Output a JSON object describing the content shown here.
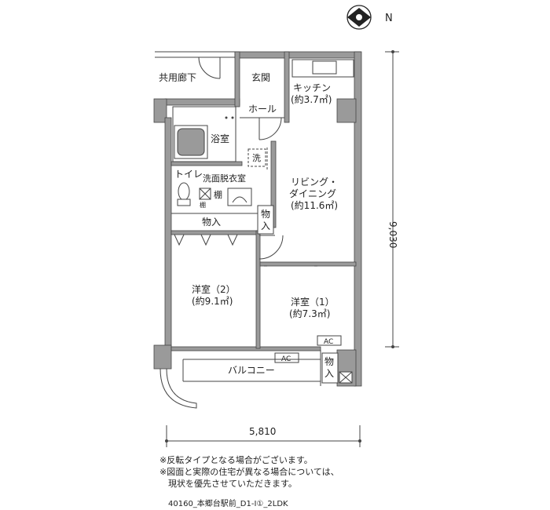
{
  "compass": {
    "north": "N"
  },
  "rooms": {
    "corridor": "共用廊下",
    "entrance": "玄関",
    "kitchen": "キッチン",
    "kitchen_area": "(約3.7㎡)",
    "hall": "ホール",
    "bath": "浴室",
    "washer": "洗",
    "toilet": "トイレ",
    "washroom": "洗面脱衣室",
    "shelf": "棚",
    "shelf_small": "棚",
    "living_line1": "リビング・",
    "living_line2": "ダイニング",
    "living_area": "(約11.6㎡)",
    "storage_hall": "物入",
    "storage_living_1": "物",
    "storage_living_2": "入",
    "western2": "洋室（2）",
    "western2_area": "(約9.1㎡)",
    "western1": "洋室（1）",
    "western1_area": "(約7.3㎡)",
    "ac_room": "AC",
    "ac_balcony": "AC",
    "balcony": "バルコニー",
    "storage_balcony_1": "物",
    "storage_balcony_2": "入"
  },
  "dimensions": {
    "width": "5,810",
    "depth": "9,030"
  },
  "notes": [
    "※反転タイプとなる場合がございます。",
    "※図面と実際の住宅が異なる場合については、",
    "　現状を優先させていただきます。"
  ],
  "caption": "40160_本郷台駅前_D1-Ⅰ①_2LDK"
}
